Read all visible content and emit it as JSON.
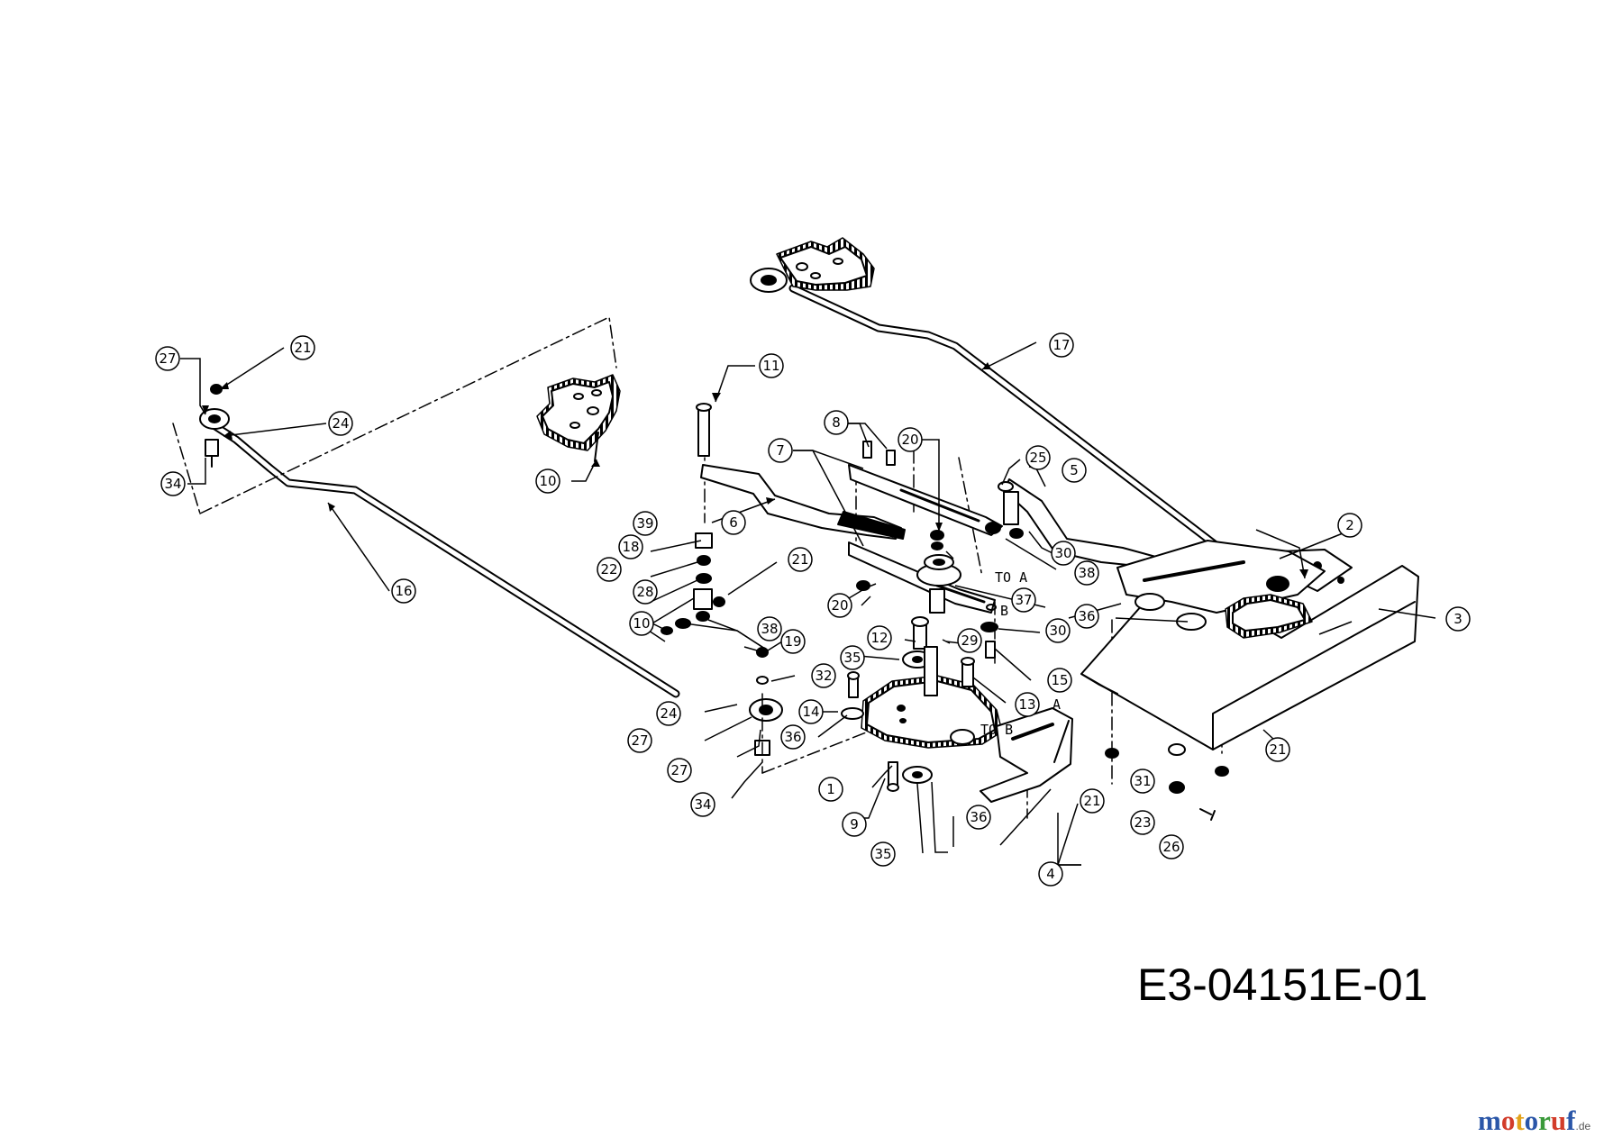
{
  "diagram_code": "E3-04151E-01",
  "brand": {
    "letters": [
      "m",
      "o",
      "t",
      "o",
      "r",
      "u",
      "f"
    ],
    "letter_colors": [
      "#2a56a8",
      "#d23c2a",
      "#e3a21a",
      "#2a56a8",
      "#3a9a3a",
      "#d23c2a",
      "#2a56a8"
    ],
    "tld": ".de"
  },
  "notes": {
    "to_a": "TO A",
    "to_b": "TO B",
    "label_a": "A",
    "label_b": "B"
  },
  "callouts": {
    "c1": "1",
    "c2": "2",
    "c3": "3",
    "c4": "4",
    "c5": "5",
    "c6": "6",
    "c7": "7",
    "c8": "8",
    "c9": "9",
    "c10a": "10",
    "c10b": "10",
    "c11": "11",
    "c12": "12",
    "c13": "13",
    "c14": "14",
    "c15": "15",
    "c16": "16",
    "c17": "17",
    "c18": "18",
    "c19": "19",
    "c20a": "20",
    "c20b": "20",
    "c21a": "21",
    "c21b": "21",
    "c21c": "21",
    "c21d": "21",
    "c22": "22",
    "c23": "23",
    "c24a": "24",
    "c24b": "24",
    "c25": "25",
    "c26": "26",
    "c27a": "27",
    "c27b": "27",
    "c27c": "27",
    "c28": "28",
    "c29": "29",
    "c30a": "30",
    "c30b": "30",
    "c31": "31",
    "c32": "32",
    "c34a": "34",
    "c34b": "34",
    "c35a": "35",
    "c35b": "35",
    "c36a": "36",
    "c36b": "36",
    "c36c": "36",
    "c37": "37",
    "c38a": "38",
    "c38b": "38",
    "c39": "39"
  }
}
